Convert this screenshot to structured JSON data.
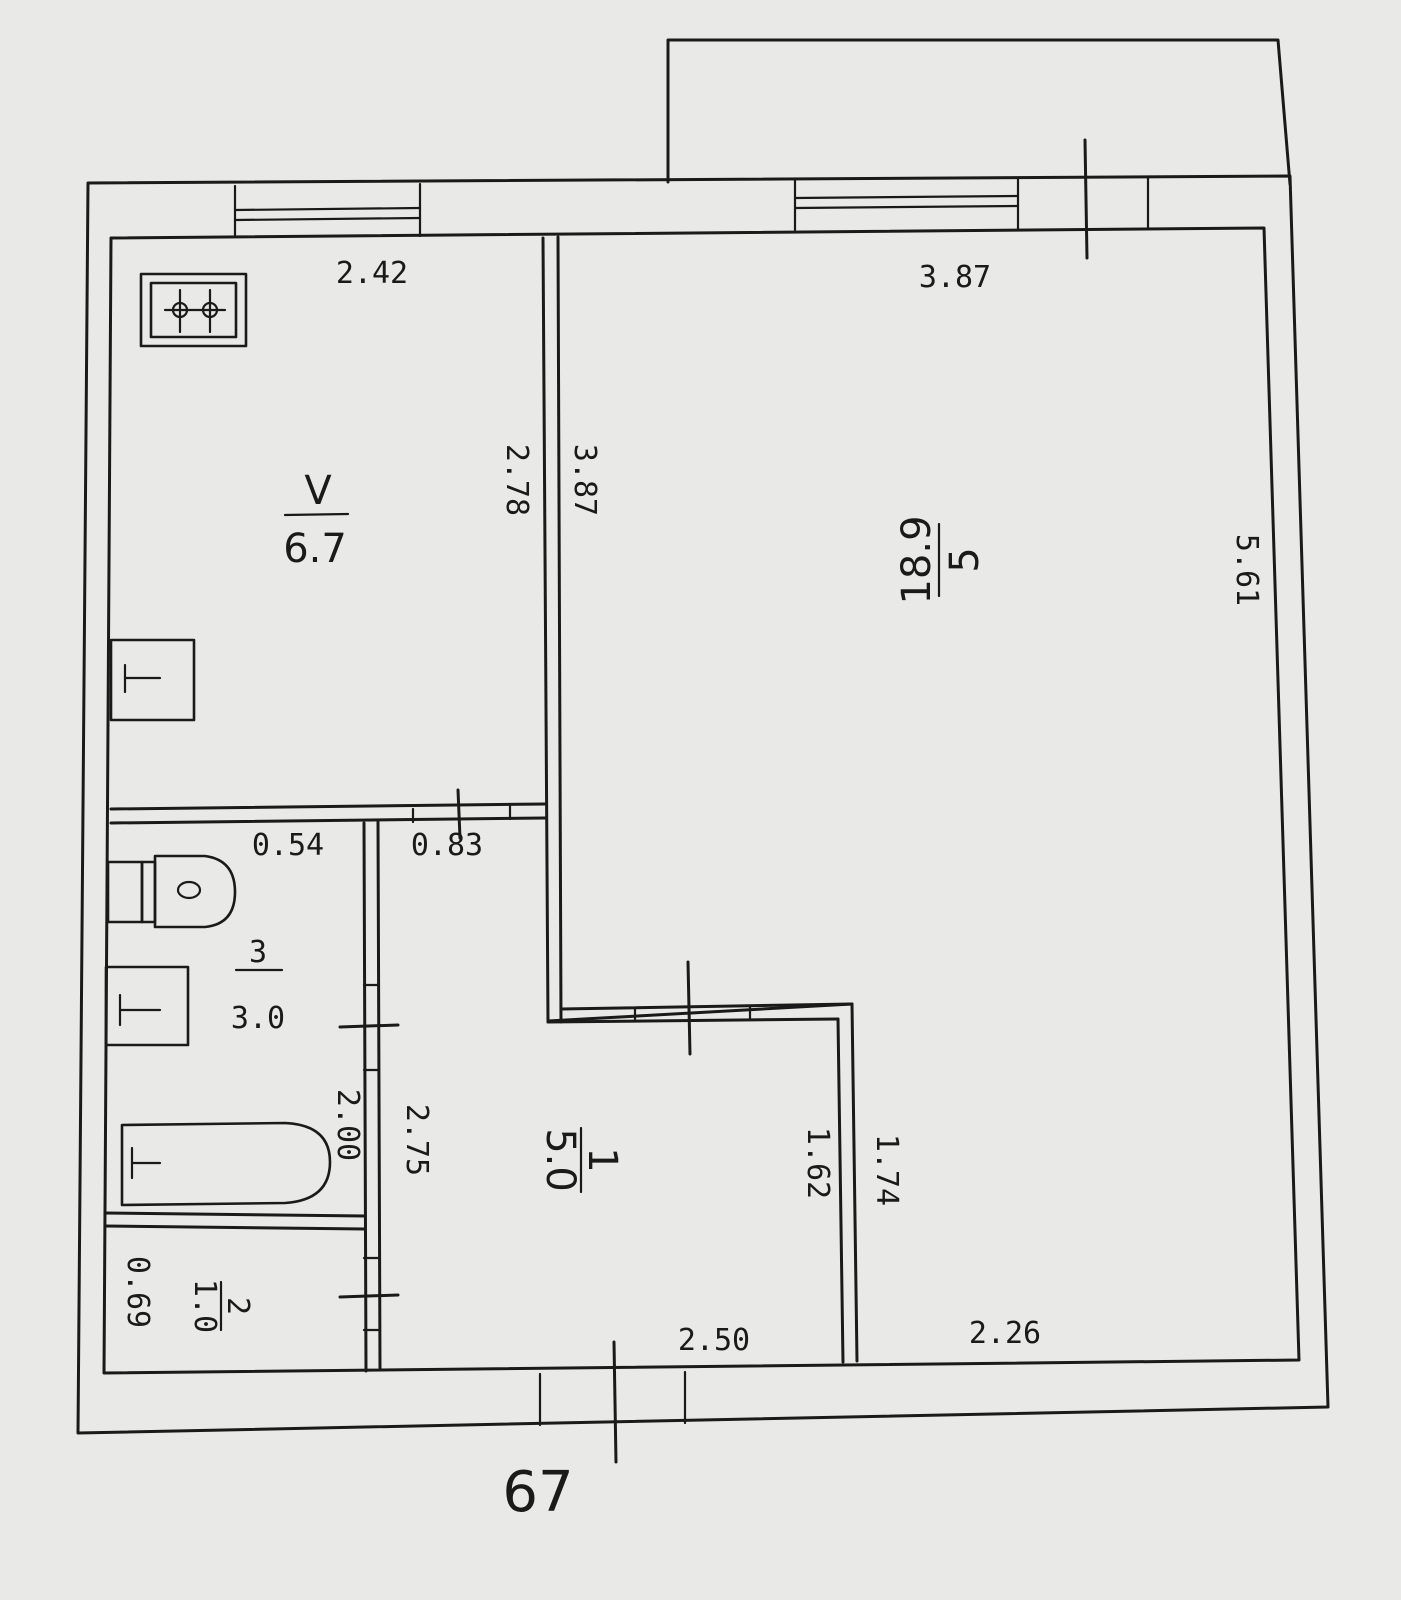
{
  "plan": {
    "apartment_number": "67",
    "rooms": {
      "kitchen": {
        "number": "V",
        "area": "6.7"
      },
      "living_room": {
        "number": "5",
        "area": "18.9"
      },
      "bathroom": {
        "number": "3",
        "area": "3.0"
      },
      "toilet": {
        "number": "2",
        "area": "1.0"
      },
      "hallway": {
        "number": "1",
        "area": "5.0"
      }
    },
    "dimensions": {
      "kitchen_top": "2.42",
      "kitchen_side": "2.78",
      "living_top": "3.87",
      "living_left": "3.87",
      "living_right": "5.61",
      "living_bottom": "2.26",
      "hall_top_left": "0.54",
      "hall_top_mid": "0.83",
      "bath_side": "2.00",
      "hall_left": "2.75",
      "hall_right_a": "1.62",
      "hall_right_b": "1.74",
      "hall_bottom": "2.50",
      "toilet_side": "0.69"
    }
  }
}
